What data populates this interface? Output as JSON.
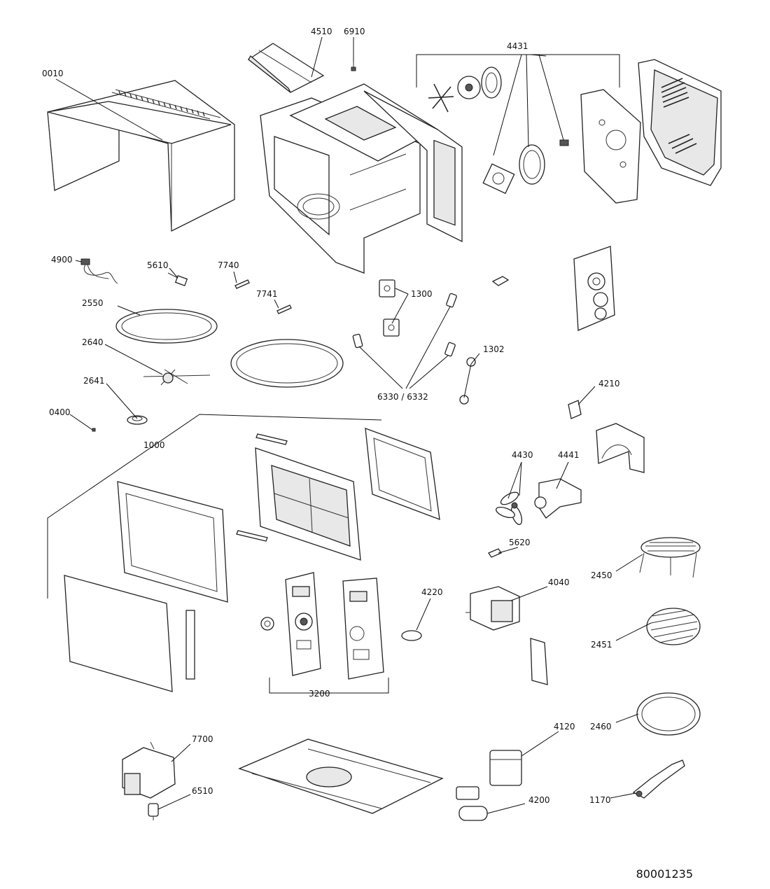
{
  "document_number": "80001235",
  "parts": [
    {
      "id": "p0010",
      "label": "0010"
    },
    {
      "id": "p4510",
      "label": "4510"
    },
    {
      "id": "p6910",
      "label": "6910"
    },
    {
      "id": "p4431",
      "label": "4431"
    },
    {
      "id": "p4900",
      "label": "4900"
    },
    {
      "id": "p5610",
      "label": "5610"
    },
    {
      "id": "p7740",
      "label": "7740"
    },
    {
      "id": "p7741",
      "label": "7741"
    },
    {
      "id": "p1300",
      "label": "1300"
    },
    {
      "id": "p2550",
      "label": "2550"
    },
    {
      "id": "p2640",
      "label": "2640"
    },
    {
      "id": "p1302",
      "label": "1302"
    },
    {
      "id": "p2641",
      "label": "2641"
    },
    {
      "id": "p6330",
      "label": "6330 / 6332"
    },
    {
      "id": "p4210",
      "label": "4210"
    },
    {
      "id": "p0400",
      "label": "0400"
    },
    {
      "id": "p1000",
      "label": "1000"
    },
    {
      "id": "p4430",
      "label": "4430"
    },
    {
      "id": "p4441",
      "label": "4441"
    },
    {
      "id": "p5620",
      "label": "5620"
    },
    {
      "id": "p2450",
      "label": "2450"
    },
    {
      "id": "p4040",
      "label": "4040"
    },
    {
      "id": "p4220",
      "label": "4220"
    },
    {
      "id": "p2451",
      "label": "2451"
    },
    {
      "id": "p3200",
      "label": "3200"
    },
    {
      "id": "p4120",
      "label": "4120"
    },
    {
      "id": "p2460",
      "label": "2460"
    },
    {
      "id": "p7700",
      "label": "7700"
    },
    {
      "id": "p6510",
      "label": "6510"
    },
    {
      "id": "p4200",
      "label": "4200"
    },
    {
      "id": "p1170",
      "label": "1170"
    }
  ]
}
